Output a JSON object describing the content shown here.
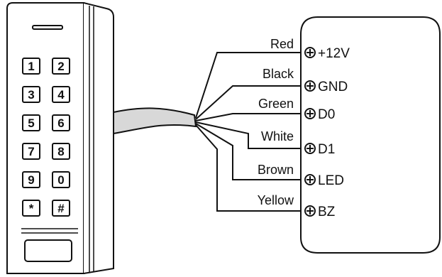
{
  "keypad": {
    "keys": [
      "1",
      "2",
      "3",
      "4",
      "5",
      "6",
      "7",
      "8",
      "9",
      "0",
      "*",
      "#"
    ]
  },
  "wires": [
    {
      "color_label": "Red",
      "terminal": "+12V"
    },
    {
      "color_label": "Black",
      "terminal": "GND"
    },
    {
      "color_label": "Green",
      "terminal": "D0"
    },
    {
      "color_label": "White",
      "terminal": "D1"
    },
    {
      "color_label": "Brown",
      "terminal": "LED"
    },
    {
      "color_label": "Yellow",
      "terminal": "BZ"
    }
  ]
}
